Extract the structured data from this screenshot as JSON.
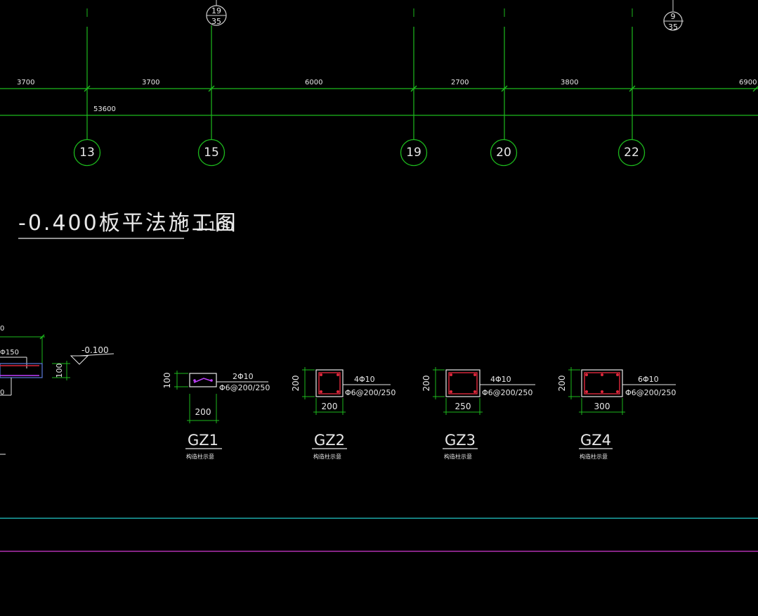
{
  "drawing": {
    "title": "-0.400板平法施工图",
    "scale": "1:100",
    "colors": {
      "background": "#000000",
      "grid": "#1db91d",
      "text": "#e8e8e8",
      "section_line": "#d0d0d0",
      "rebar": "#e0283c",
      "tie": "#c040ff",
      "cyan_line": "#1ca8a8",
      "magenta_line": "#b030b0"
    }
  },
  "axes": [
    {
      "label": "13"
    },
    {
      "label": "15"
    },
    {
      "label": "19"
    },
    {
      "label": "20"
    },
    {
      "label": "22"
    }
  ],
  "dimensions": {
    "spans": [
      "3700",
      "3700",
      "6000",
      "2700",
      "3800",
      "6900"
    ],
    "total": "53600"
  },
  "section_refs": [
    {
      "top": "19",
      "bottom": "35"
    },
    {
      "top": "9",
      "bottom": "35"
    }
  ],
  "left_detail": {
    "level": "-0.100",
    "height": "100",
    "rebar_partial": "Φ150",
    "dim_partial_top": "0",
    "dim_partial_bottom": "0"
  },
  "columns": [
    {
      "name": "GZ1",
      "height": "100",
      "width": "200",
      "main_bars": "2Φ10",
      "stirrups": "Φ6@200/250",
      "note": "构造柱示意"
    },
    {
      "name": "GZ2",
      "height": "200",
      "width": "200",
      "main_bars": "4Φ10",
      "stirrups": "Φ6@200/250",
      "note": "构造柱示意"
    },
    {
      "name": "GZ3",
      "height": "200",
      "width": "250",
      "main_bars": "4Φ10",
      "stirrups": "Φ6@200/250",
      "note": "构造柱示意"
    },
    {
      "name": "GZ4",
      "height": "200",
      "width": "300",
      "main_bars": "6Φ10",
      "stirrups": "Φ6@200/250",
      "note": "构造柱示意"
    }
  ]
}
